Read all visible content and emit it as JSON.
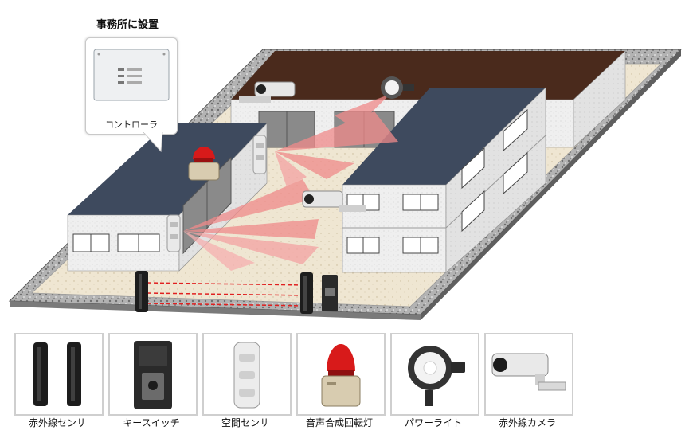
{
  "controller": {
    "title": "事務所に設置",
    "label": "コントローラ"
  },
  "devices": [
    {
      "id": "ir-sensor",
      "label": "赤外線センサ"
    },
    {
      "id": "key-switch",
      "label": "キースイッチ"
    },
    {
      "id": "space-sensor",
      "label": "空間センサ"
    },
    {
      "id": "rotating-light",
      "label": "音声合成回転灯"
    },
    {
      "id": "power-light",
      "label": "パワーライト"
    },
    {
      "id": "ir-camera",
      "label": "赤外線カメラ"
    }
  ],
  "colors": {
    "roof": "#3e4a5e",
    "roof_warehouse": "#4a2a1c",
    "detection": "#f08a8a",
    "beam": "#e02020",
    "gravel": "#a8a8a8"
  }
}
